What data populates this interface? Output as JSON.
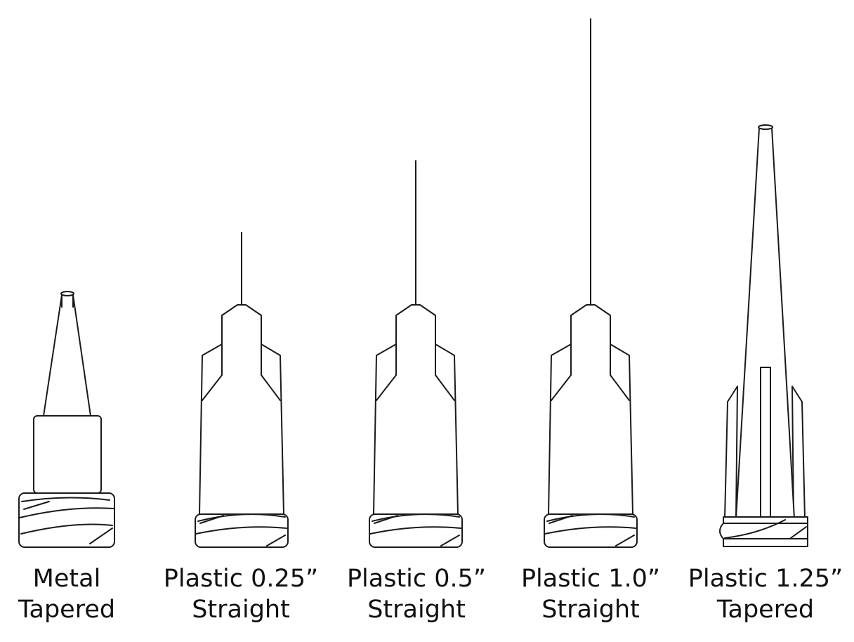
{
  "tips": [
    {
      "line1": "Metal",
      "line2": "Tapered"
    },
    {
      "line1": "Plastic 0.25”",
      "line2": "Straight"
    },
    {
      "line1": "Plastic 0.5”",
      "line2": "Straight"
    },
    {
      "line1": "Plastic 1.0”",
      "line2": "Straight"
    },
    {
      "line1": "Plastic 1.25”",
      "line2": "Tapered"
    }
  ]
}
